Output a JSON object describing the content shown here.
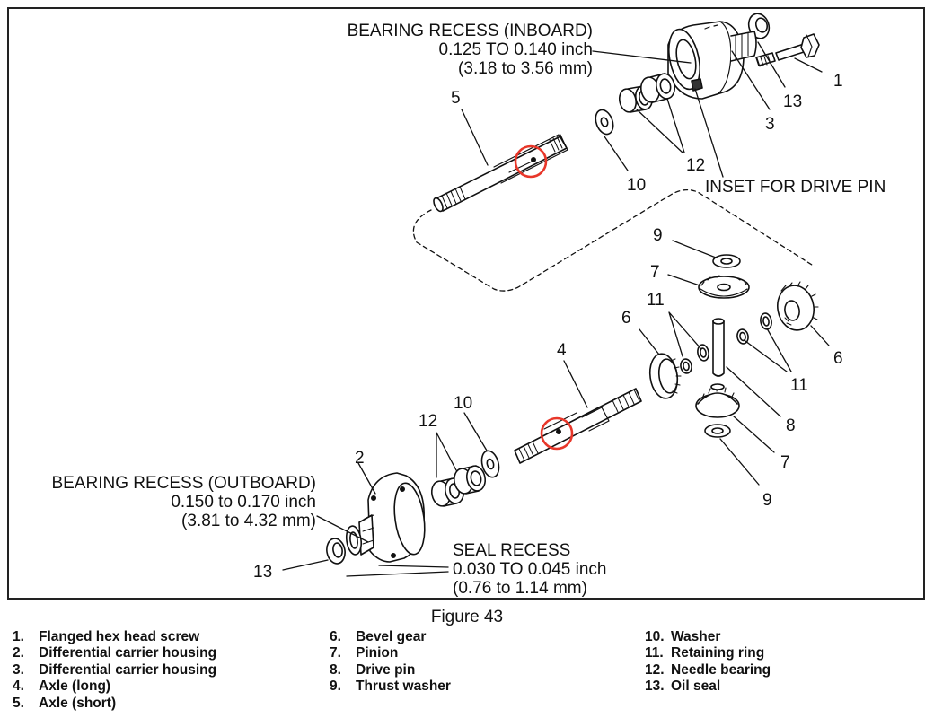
{
  "callouts": {
    "bearing_inboard": [
      "BEARING RECESS (INBOARD)",
      "0.125 TO 0.140 inch",
      "(3.18 to 3.56 mm)"
    ],
    "bearing_outboard": [
      "BEARING RECESS (OUTBOARD)",
      "0.150 to 0.170 inch",
      "(3.81 to 4.32 mm)"
    ],
    "seal_recess": [
      "SEAL RECESS",
      "0.030 TO 0.045 inch",
      "(0.76 to 1.14 mm)"
    ],
    "drive_pin_inset": "INSET FOR DRIVE PIN"
  },
  "part_numbers": {
    "n1": "1",
    "n2": "2",
    "n3": "3",
    "n4": "4",
    "n5": "5",
    "n6a": "6",
    "n6b": "6",
    "n7a": "7",
    "n7b": "7",
    "n8": "8",
    "n9a": "9",
    "n9b": "9",
    "n10a": "10",
    "n10b": "10",
    "n11a": "11",
    "n11b": "11",
    "n12a": "12",
    "n12b": "12",
    "n13a": "13",
    "n13b": "13"
  },
  "figure_caption": "Figure 43",
  "legend": {
    "col1": [
      {
        "num": "1.",
        "text": "Flanged hex head screw"
      },
      {
        "num": "2.",
        "text": "Differential carrier housing"
      },
      {
        "num": "3.",
        "text": "Differential carrier housing"
      },
      {
        "num": "4.",
        "text": "Axle (long)"
      },
      {
        "num": "5.",
        "text": "Axle (short)"
      }
    ],
    "col2": [
      {
        "num": "6.",
        "text": "Bevel gear"
      },
      {
        "num": "7.",
        "text": "Pinion"
      },
      {
        "num": "8.",
        "text": "Drive pin"
      },
      {
        "num": "9.",
        "text": "Thrust washer"
      }
    ],
    "col3": [
      {
        "num": "10.",
        "text": "Washer"
      },
      {
        "num": "11.",
        "text": "Retaining ring"
      },
      {
        "num": "12.",
        "text": "Needle bearing"
      },
      {
        "num": "13.",
        "text": "Oil seal"
      }
    ]
  },
  "colors": {
    "highlight": "#e8372a",
    "ink": "#111111"
  }
}
